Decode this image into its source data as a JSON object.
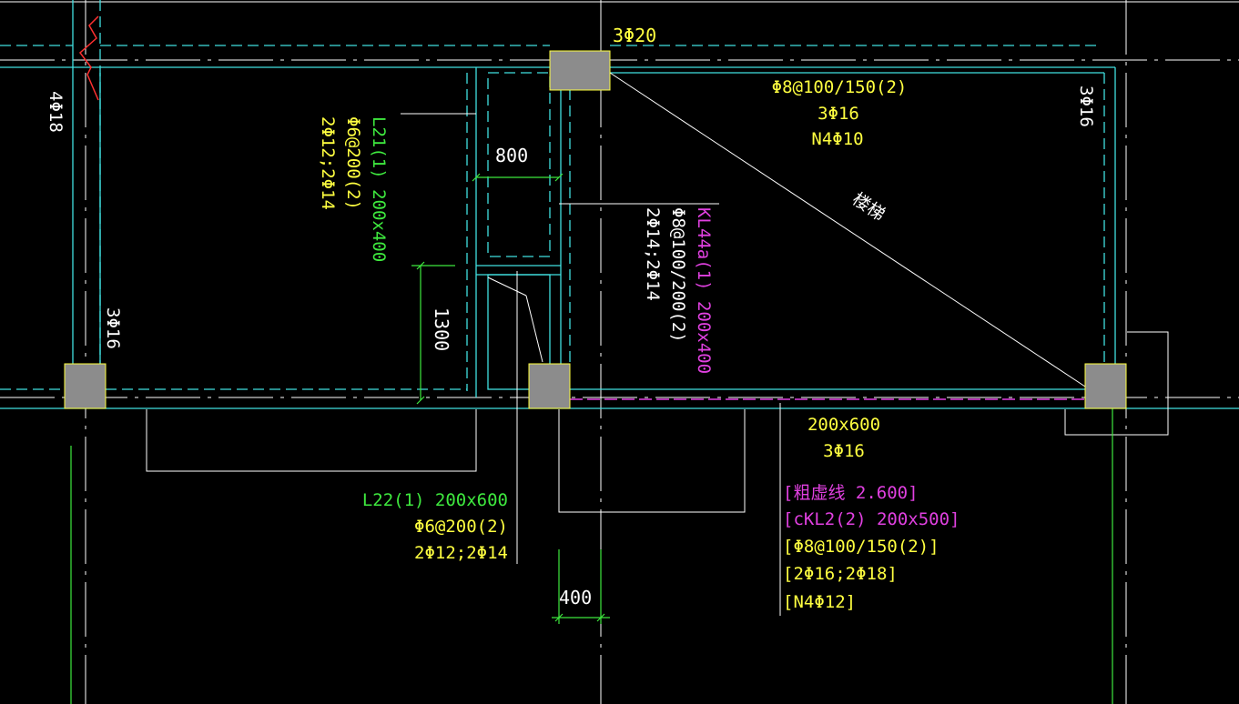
{
  "colors": {
    "background": "#000000",
    "axis_grid": "#ffffff",
    "beam_outline": "#40e0e0",
    "dimension": "#3ee83e",
    "column_fill": "#8c8c8c",
    "column_edge": "#ffff40",
    "annotation_yellow": "#ffff40",
    "annotation_magenta": "#e040e0",
    "break_line": "#ff3030"
  },
  "labels": {
    "top_rebar_3phi20": "3Φ20",
    "left_column_4phi18": "4Φ18",
    "left_beam_3phi16": "3Φ16",
    "right_col_3phi16": "3Φ16",
    "top_right_stirrup": "Φ8@100/150(2)",
    "top_right_3phi16": "3Φ16",
    "top_right_n4": "N4Φ10",
    "stair_label": "楼梯",
    "beam_200x600": "200x600",
    "beam_200x600_rebar": "3Φ16"
  },
  "L21": {
    "name": "L21(1) 200x400",
    "stirrup": "Φ6@200(2)",
    "rebar": "2Φ12;2Φ14"
  },
  "KL44a": {
    "name": "KL44a(1) 200x400",
    "stirrup": "Φ8@100/200(2)",
    "rebar": "2Φ14;2Φ14"
  },
  "L22": {
    "name": "L22(1) 200x600",
    "stirrup": "Φ6@200(2)",
    "rebar": "2Φ12;2Φ14"
  },
  "dims": {
    "d800": "800",
    "d1300": "1300",
    "d400": "400"
  },
  "cKL2": {
    "line1": "[粗虚线 2.600]",
    "line2": "[cKL2(2) 200x500]",
    "line3": "[Φ8@100/150(2)]",
    "line4": "[2Φ16;2Φ18]",
    "line5": "[N4Φ12]"
  }
}
